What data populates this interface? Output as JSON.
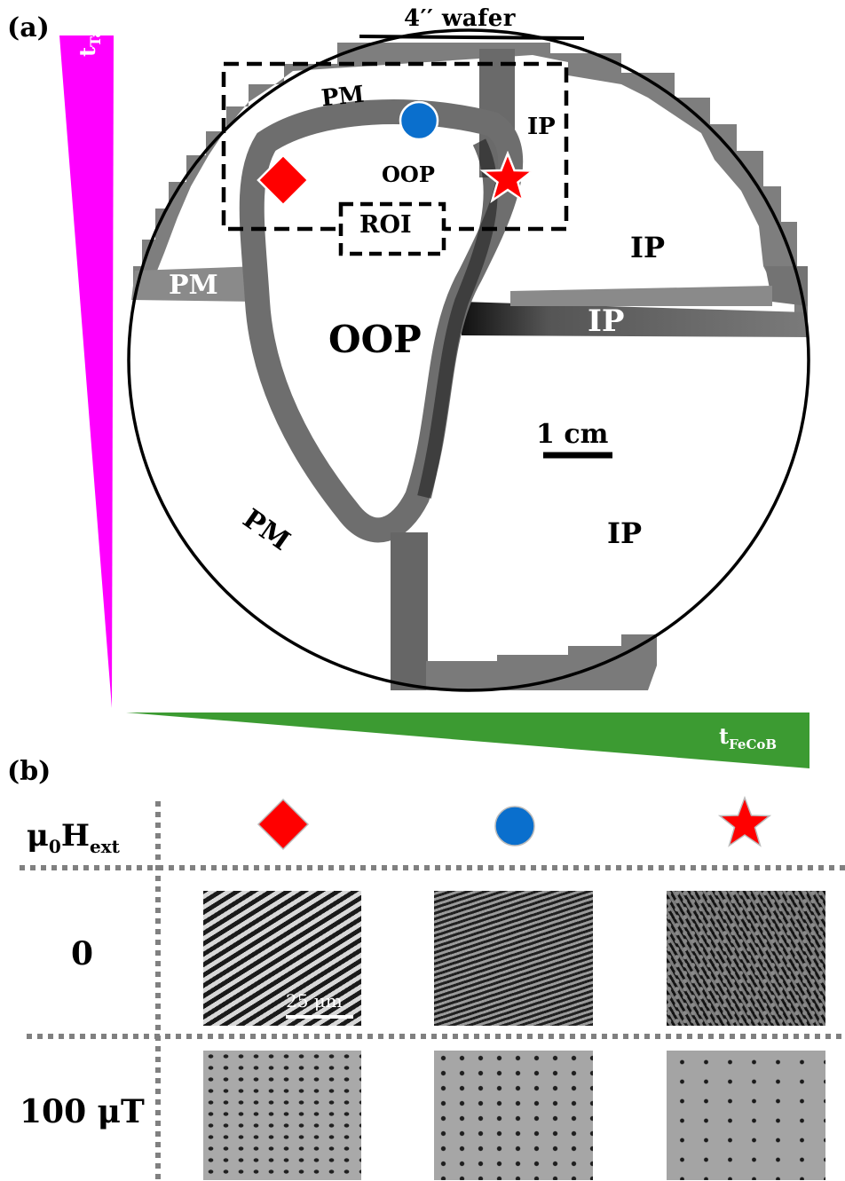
{
  "panel_a": {
    "label": "(a)",
    "wafer_label": "4′′ wafer",
    "gradient_vertical_label": "t",
    "gradient_vertical_sub": "Ta",
    "gradient_horizontal_label": "t",
    "gradient_horizontal_sub": "FeCoB",
    "roi_label": "ROI",
    "scale_bar": "1 cm",
    "regions": {
      "pm_top": "PM",
      "ip_top_right": "IP",
      "oop_top": "OOP",
      "ip_right": "IP",
      "pm_left": "PM",
      "ip_band": "IP",
      "oop_center": "OOP",
      "pm_bottom": "PM",
      "ip_bottom": "IP"
    },
    "colors": {
      "magenta": "#ff00ff",
      "green": "#3c9b32",
      "red": "#ff0000",
      "blue": "#0a6fcd"
    }
  },
  "panel_b": {
    "label": "(b)",
    "field_header": "μ",
    "field_header_sub0": "0",
    "field_header_H": "H",
    "field_header_sub": "ext",
    "row_labels": [
      "0",
      "100 μT"
    ],
    "markers": [
      "diamond-icon",
      "circle-icon",
      "star-icon"
    ],
    "image_scale_bar": "25 μm"
  }
}
